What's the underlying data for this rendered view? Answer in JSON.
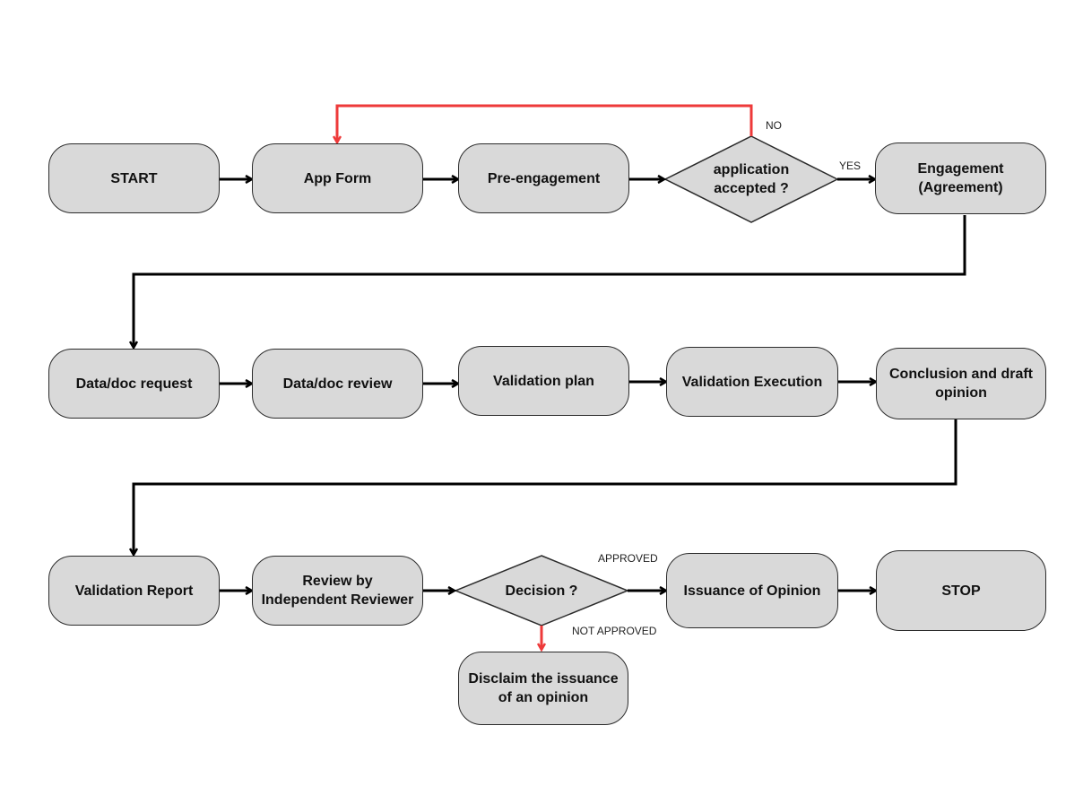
{
  "nodes": {
    "start": "START",
    "app_form": "App Form",
    "pre_engagement": "Pre-engagement",
    "application_accepted": "application accepted ?",
    "engagement": "Engagement (Agreement)",
    "data_doc_request": "Data/doc request",
    "data_doc_review": "Data/doc review",
    "validation_plan": "Validation plan",
    "validation_execution": "Validation Execution",
    "conclusion": "Conclusion and draft opinion",
    "validation_report": "Validation Report",
    "review_independent": "Review by Independent Reviewer",
    "decision": "Decision ?",
    "issuance_opinion": "Issuance of Opinion",
    "stop": "STOP",
    "disclaim": "Disclaim the issuance of an opinion"
  },
  "edge_labels": {
    "no": "NO",
    "yes": "YES",
    "approved": "APPROVED",
    "not_approved": "NOT APPROVED"
  },
  "colors": {
    "node_fill": "#d9d9d9",
    "node_border": "#2b2b2b",
    "arrow": "#000000",
    "rejection_arrow": "#ee3a3a"
  }
}
